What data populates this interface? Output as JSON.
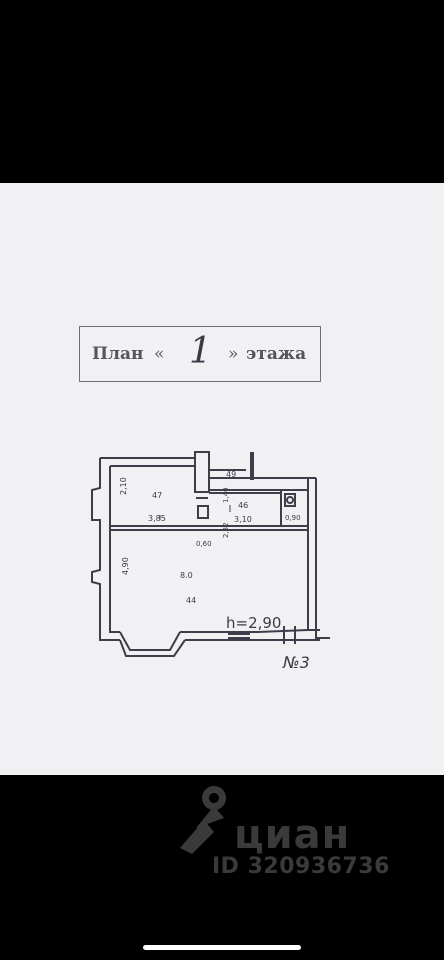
{
  "stamp": {
    "word_left": "План",
    "quote_open": "«",
    "number": "1",
    "quote_close": "»",
    "word_right": "этажа"
  },
  "plan_labels": {
    "room_a_width": "2,10",
    "room_a_area": "47",
    "room_a_length": "3,85",
    "room_b_area": "49",
    "corridor_width": "1,40",
    "room_c_area": "46",
    "room_c_length": "3,10",
    "wc_width": "0,90",
    "door_width": "0,60",
    "door_height": "2,32",
    "main_depth": "4,90",
    "main_marker": "8.0",
    "main_area": "44",
    "ceiling_height": "h=2,90",
    "sheet_number": "№3"
  },
  "watermark": {
    "brand": "циан",
    "listing_id": "ID 320936736",
    "icon": "pin-icon"
  }
}
